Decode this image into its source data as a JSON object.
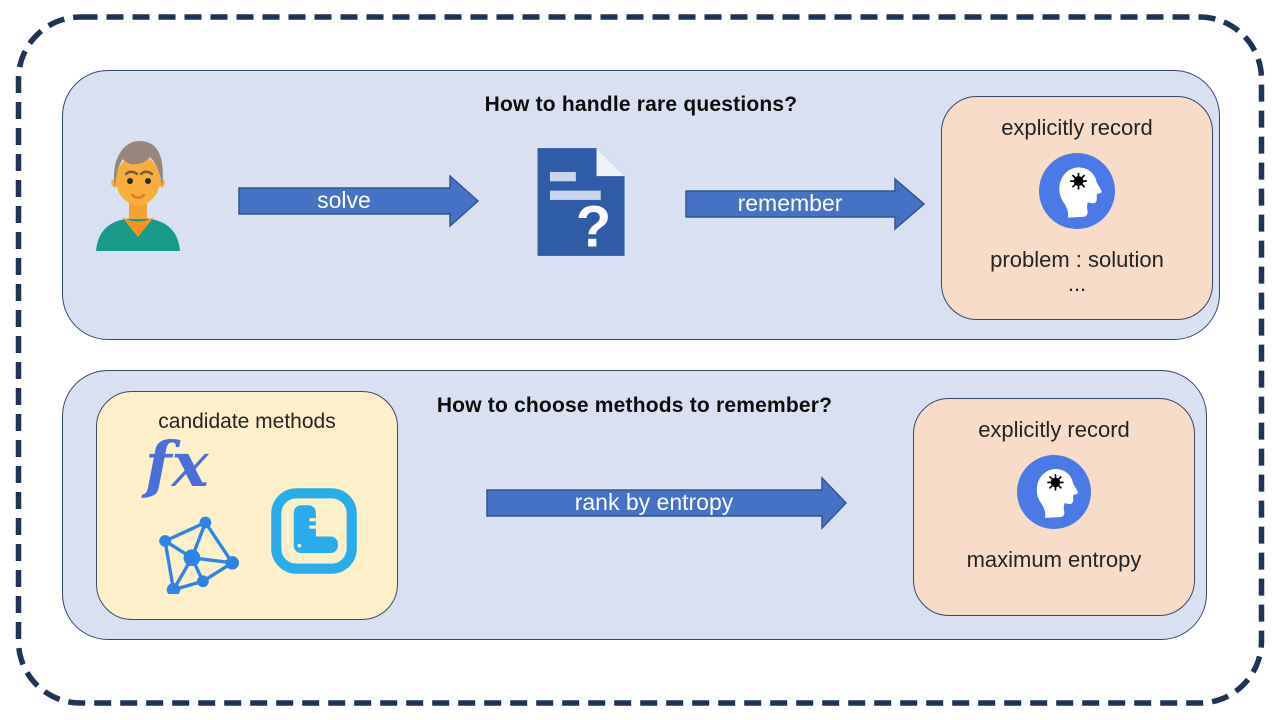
{
  "top_panel": {
    "title": "How to handle rare questions?",
    "solve_arrow_label": "solve",
    "remember_arrow_label": "remember",
    "record_box": {
      "heading": "explicitly record",
      "pair": "problem : solution",
      "ellipsis": "..."
    }
  },
  "bottom_panel": {
    "title": "How to choose methods to remember?",
    "candidate_box": {
      "heading": "candidate methods",
      "function_label": "fx"
    },
    "rank_arrow_label": "rank by entropy",
    "record_box": {
      "heading": "explicitly record",
      "value": "maximum entropy"
    }
  },
  "icons": {
    "person": "person-icon",
    "question_document": "question-document-icon",
    "thinking_head": "thinking-head-icon",
    "function": "function-icon",
    "graph": "graph-icon",
    "ruler": "ruler-icon"
  },
  "colors": {
    "outer_border": "#1E3356",
    "panel_bg": "#D8E0F2",
    "panel_border": "#33466B",
    "record_box_bg": "#F8DCC8",
    "candidate_box_bg": "#FDF0C9",
    "arrow_fill": "#4472C4",
    "arrow_border": "#2F5597",
    "arrow_text": "#FFFFFF",
    "document_blue": "#2E5CA6",
    "head_circle_blue": "#4A79E8",
    "function_blue": "#4A6EDB",
    "graph_blue": "#2D84E6",
    "ruler_blue": "#29ACEC"
  }
}
